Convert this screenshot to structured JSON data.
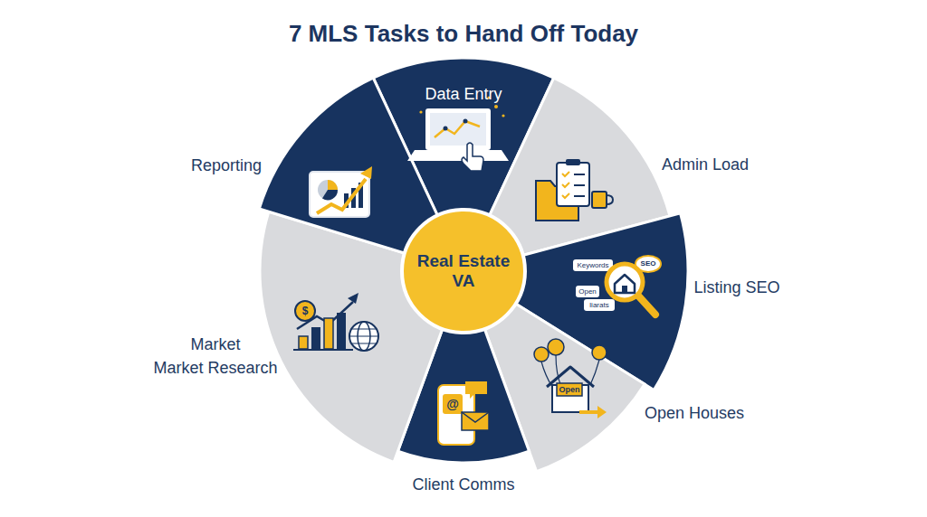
{
  "diagram": {
    "title": "7 MLS Tasks to Hand Off Today",
    "nodes": [
      {
        "text": [
          "Data Entry"
        ]
      },
      {
        "text": [
          "Admin Load"
        ]
      },
      {
        "text": [
          "Listing SEO"
        ]
      },
      {
        "text": [
          "Open Houses"
        ]
      },
      {
        "text": [
          "Client Comms"
        ]
      },
      {
        "text": [
          "Market",
          "Market Research"
        ]
      },
      {
        "text": [
          "Reporting"
        ]
      },
      {
        "text": [
          "Real Estate VA"
        ]
      }
    ],
    "labels": [
      "Keywords",
      "SEO",
      "Open",
      "liarats",
      "Open",
      "$",
      "@"
    ]
  }
}
